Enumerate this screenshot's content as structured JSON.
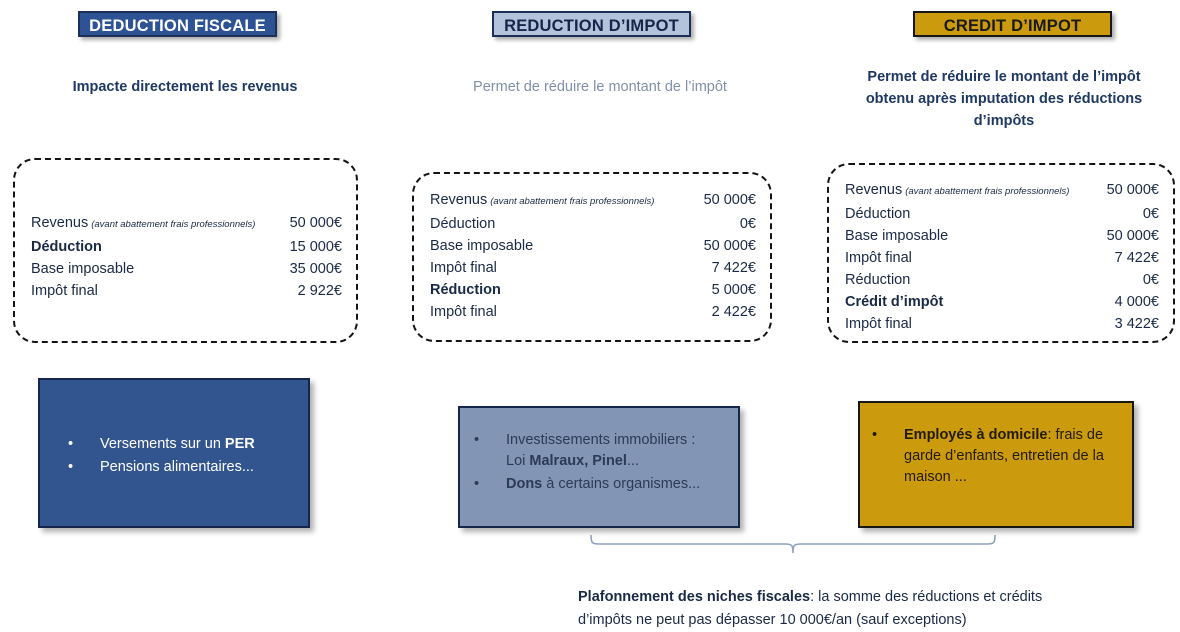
{
  "columns": [
    {
      "badge": "DEDUCTION FISCALE",
      "badge_color": "#2E5395",
      "subtitle": "Impacte directement les revenus",
      "table": [
        {
          "label": "Revenus",
          "note": "(avant abattement frais professionnels)",
          "value": "50 000€",
          "bold": false
        },
        {
          "label": "Déduction",
          "note": "",
          "value": "15 000€",
          "bold": true
        },
        {
          "label": "Base imposable",
          "note": "",
          "value": "35 000€",
          "bold": false
        },
        {
          "label": "Impôt final",
          "note": "",
          "value": "2 922€",
          "bold": false
        }
      ],
      "panel_color": "#33558f",
      "bullets": [
        {
          "prefix": "Versements sur un ",
          "bold": "PER",
          "suffix": ""
        },
        {
          "prefix": "Pensions alimentaires...",
          "bold": "",
          "suffix": ""
        }
      ]
    },
    {
      "badge": "REDUCTION D’IMPOT",
      "badge_color": "#b4c2dc",
      "subtitle": "Permet de réduire le montant de l’impôt",
      "table": [
        {
          "label": "Revenus",
          "note": "(avant abattement frais professionnels)",
          "value": "50 000€",
          "bold": false
        },
        {
          "label": "Déduction",
          "note": "",
          "value": "0€",
          "bold": false
        },
        {
          "label": "Base imposable",
          "note": "",
          "value": "50 000€",
          "bold": false
        },
        {
          "label": "Impôt final",
          "note": "",
          "value": "7 422€",
          "bold": false
        },
        {
          "label": "Réduction",
          "note": "",
          "value": "5 000€",
          "bold": true
        },
        {
          "label": "Impôt final",
          "note": "",
          "value": "2 422€",
          "bold": false
        }
      ],
      "panel_color": "#8295b5",
      "bullets": [
        {
          "prefix": "Investissements immobiliers :\nLoi ",
          "bold": "Malraux, Pinel",
          "suffix": "..."
        },
        {
          "prefix": "",
          "bold": "Dons",
          "suffix": " à certains organismes..."
        }
      ]
    },
    {
      "badge": "CREDIT D’IMPOT",
      "badge_color": "#cb9a0d",
      "subtitle": "Permet de réduire le montant de l’impôt obtenu après imputation des réductions d’impôts",
      "table": [
        {
          "label": "Revenus",
          "note": "(avant abattement frais professionnels)",
          "value": "50 000€",
          "bold": false
        },
        {
          "label": "Déduction",
          "note": "",
          "value": "0€",
          "bold": false
        },
        {
          "label": "Base imposable",
          "note": "",
          "value": "50 000€",
          "bold": false
        },
        {
          "label": "Impôt final",
          "note": "",
          "value": "7 422€",
          "bold": false
        },
        {
          "label": "Réduction",
          "note": "",
          "value": "0€",
          "bold": false
        },
        {
          "label": "Crédit d’impôt",
          "note": "",
          "value": "4 000€",
          "bold": true
        },
        {
          "label": "Impôt final",
          "note": "",
          "value": "3 422€",
          "bold": false
        }
      ],
      "panel_color": "#cb9a0d",
      "bullets": [
        {
          "prefix": "",
          "bold": "Employés à domicile",
          "suffix": ": frais de garde d’enfants, entretien de la maison ..."
        }
      ]
    }
  ],
  "footnote": {
    "bold": "Plafonnement des niches fiscales",
    "rest": ": la somme des réductions et crédits d’impôts ne peut pas dépasser 10 000€/an (sauf exceptions)",
    "brace_color": "#8da0bd"
  }
}
